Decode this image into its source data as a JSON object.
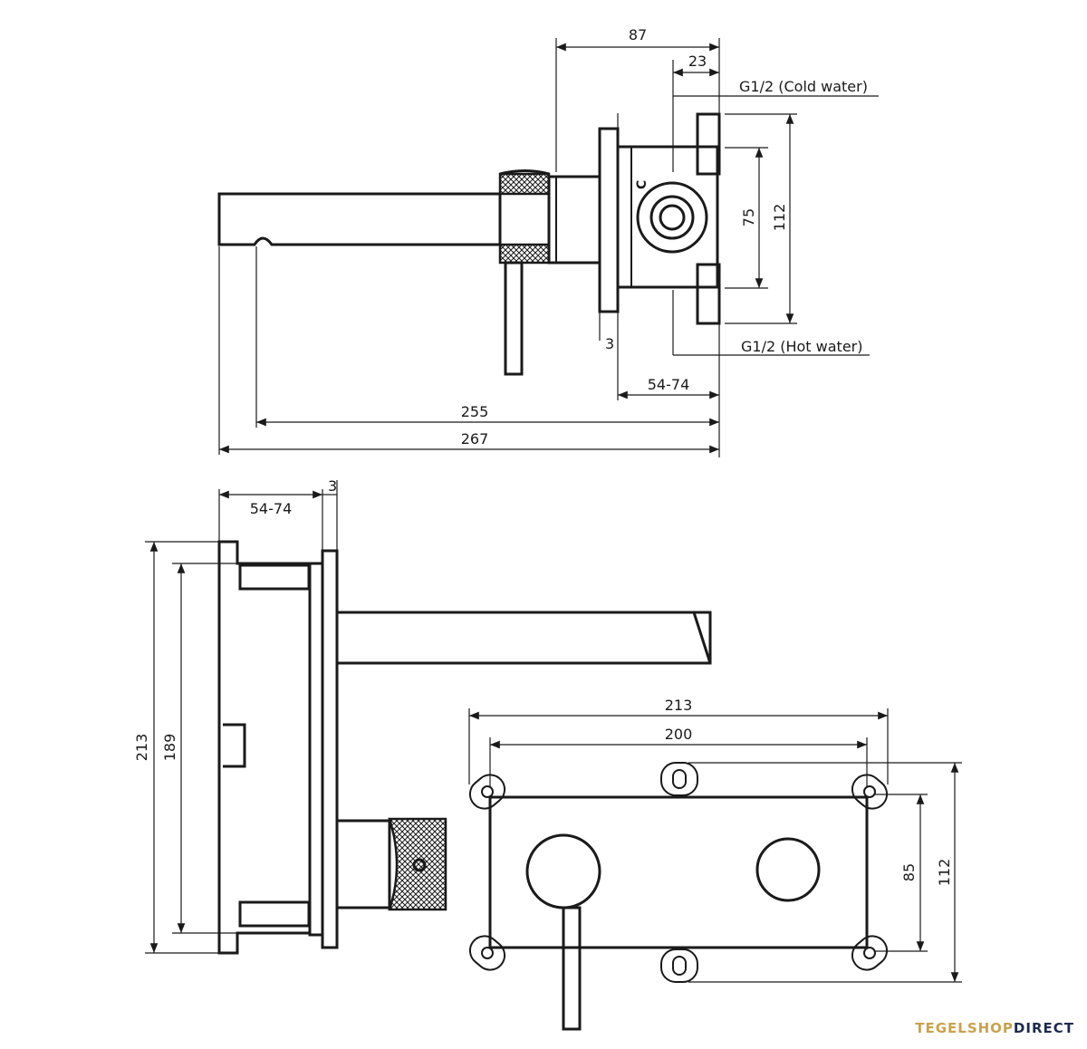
{
  "brand": {
    "part1": "TEGELSHOP",
    "part2": "DIRECT",
    "color1": "#c9a24d",
    "color2": "#1d2b4f"
  },
  "side_view": {
    "dim_87": "87",
    "dim_23": "23",
    "cold_water": "G1/2 (Cold water)",
    "hot_water": "G1/2 (Hot water)",
    "c_label": "C",
    "dim_75": "75",
    "dim_112": "112",
    "dim_3": "3",
    "dim_54_74": "54-74",
    "dim_255": "255",
    "dim_267": "267"
  },
  "top_view": {
    "dim_54_74": "54-74",
    "dim_3": "3",
    "dim_213": "213",
    "dim_189": "189"
  },
  "front_view": {
    "dim_213": "213",
    "dim_200": "200",
    "dim_85": "85",
    "dim_112": "112"
  }
}
